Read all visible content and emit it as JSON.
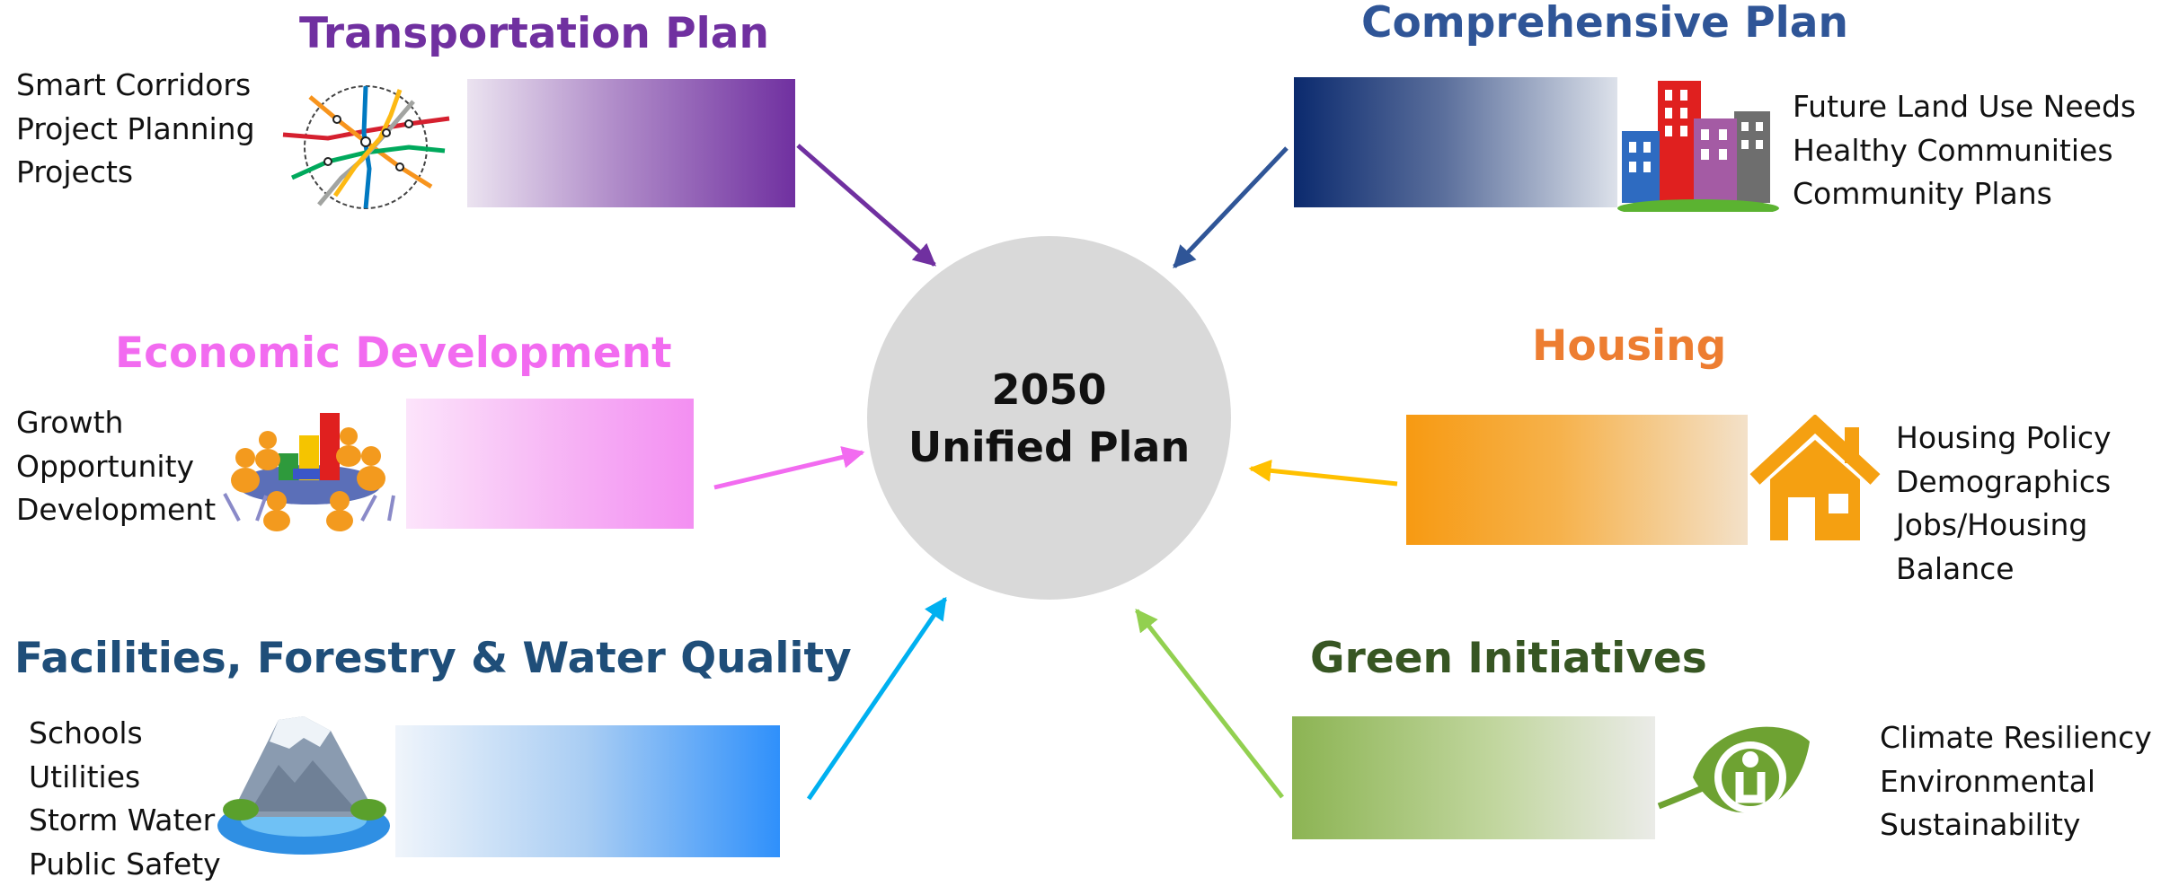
{
  "center": {
    "line1": "2050",
    "line2": "Unified Plan"
  },
  "nodes": {
    "transportation": {
      "title": "Transportation Plan",
      "color": "#7030a0",
      "items": [
        "Smart Corridors",
        "Project Planning",
        "Projects"
      ],
      "icon": "transit-map-icon"
    },
    "comprehensive": {
      "title": "Comprehensive Plan",
      "color": "#2f5597",
      "items": [
        "Future Land Use Needs",
        "Healthy Communities",
        "Community Plans"
      ],
      "icon": "city-buildings-icon"
    },
    "economic": {
      "title": "Economic Development",
      "color": "#f26bf0",
      "items": [
        "Growth",
        "Opportunity",
        "Development"
      ],
      "icon": "business-meeting-icon"
    },
    "housing": {
      "title": "Housing",
      "color": "#ed7d31",
      "items": [
        "Housing Policy",
        "Demographics",
        "Jobs/Housing",
        "Balance"
      ],
      "icon": "house-icon"
    },
    "facilities": {
      "title": "Facilities, Forestry & Water Quality",
      "color": "#1f4e79",
      "items": [
        "Schools",
        "Utilities",
        "Storm Water",
        "Public Safety"
      ],
      "icon": "mountain-earth-icon"
    },
    "green": {
      "title": "Green Initiatives",
      "color": "#375623",
      "items": [
        "Climate Resiliency",
        "Environmental",
        "Sustainability"
      ],
      "icon": "eco-leaf-icon"
    }
  },
  "arrow_colors": {
    "transportation": "#7030a0",
    "comprehensive": "#2f5597",
    "economic": "#f26bf0",
    "housing": "#ffc000",
    "facilities": "#00b0f0",
    "green": "#92d050"
  }
}
